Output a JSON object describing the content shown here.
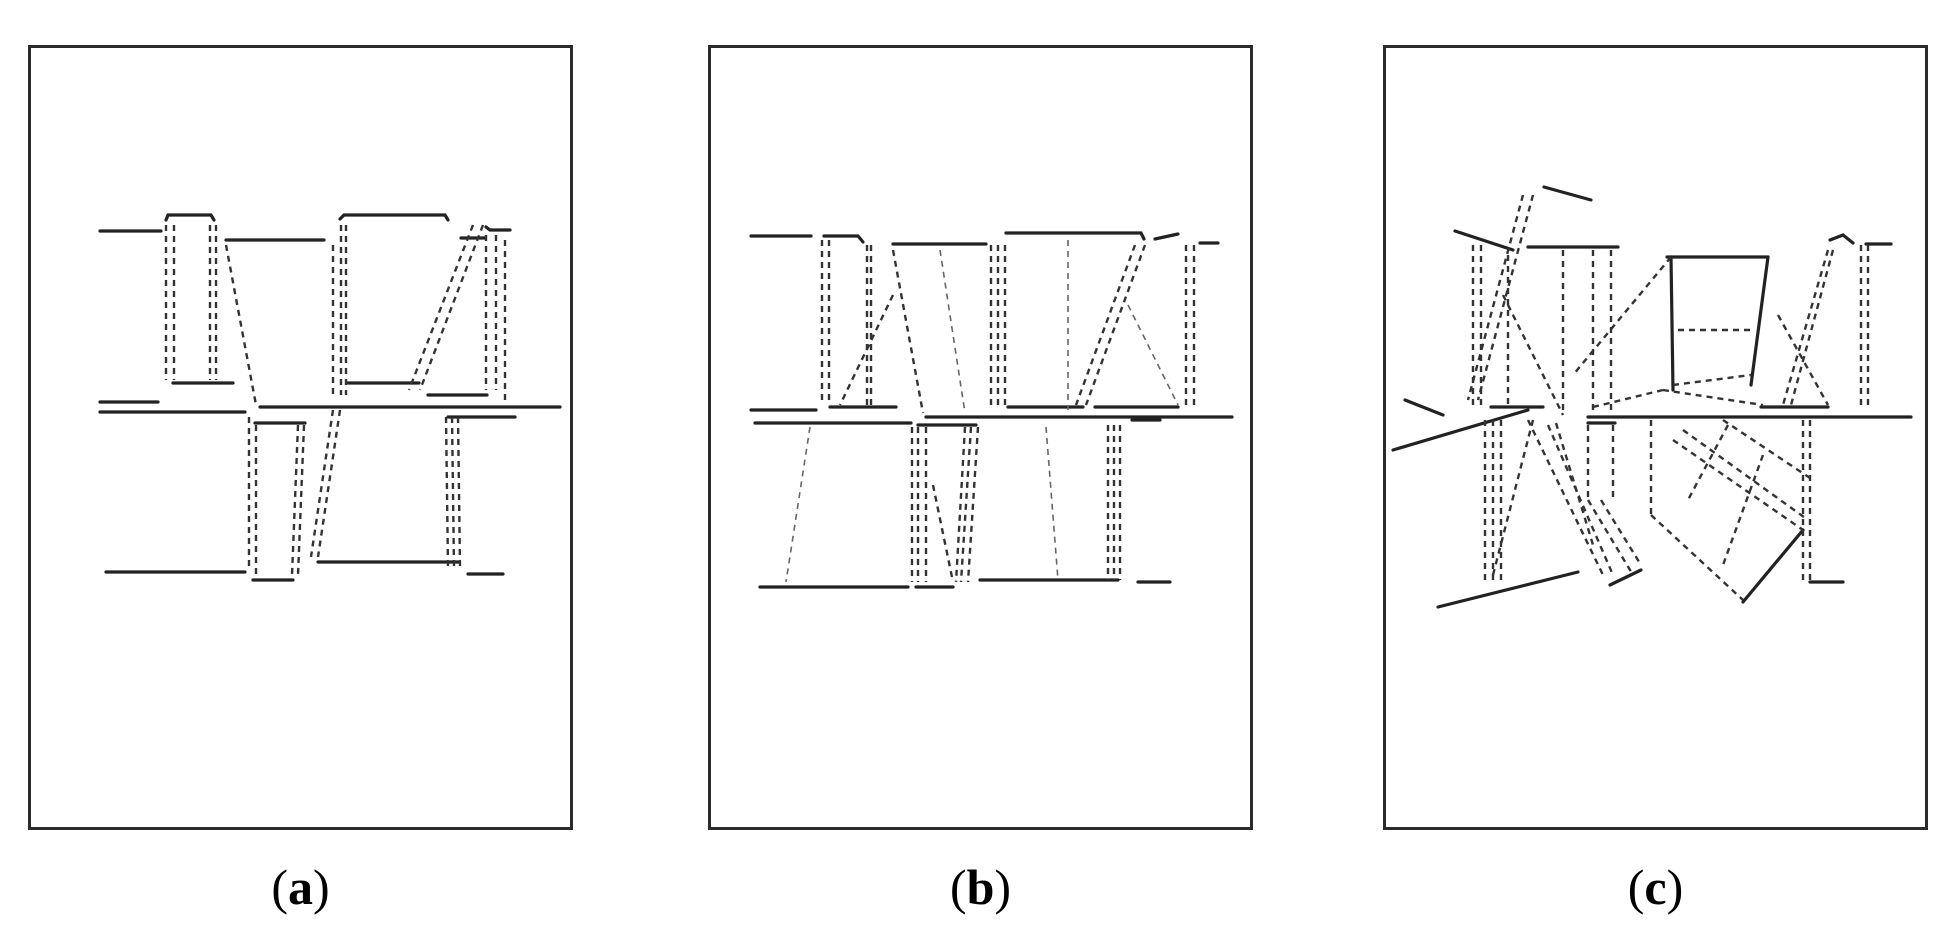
{
  "panels": [
    {
      "id": "a",
      "letter": "a",
      "paren_open": "(",
      "paren_close": ")"
    },
    {
      "id": "b",
      "letter": "b",
      "paren_open": "(",
      "paren_close": ")"
    },
    {
      "id": "c",
      "letter": "c",
      "paren_open": "(",
      "paren_close": ")"
    }
  ]
}
